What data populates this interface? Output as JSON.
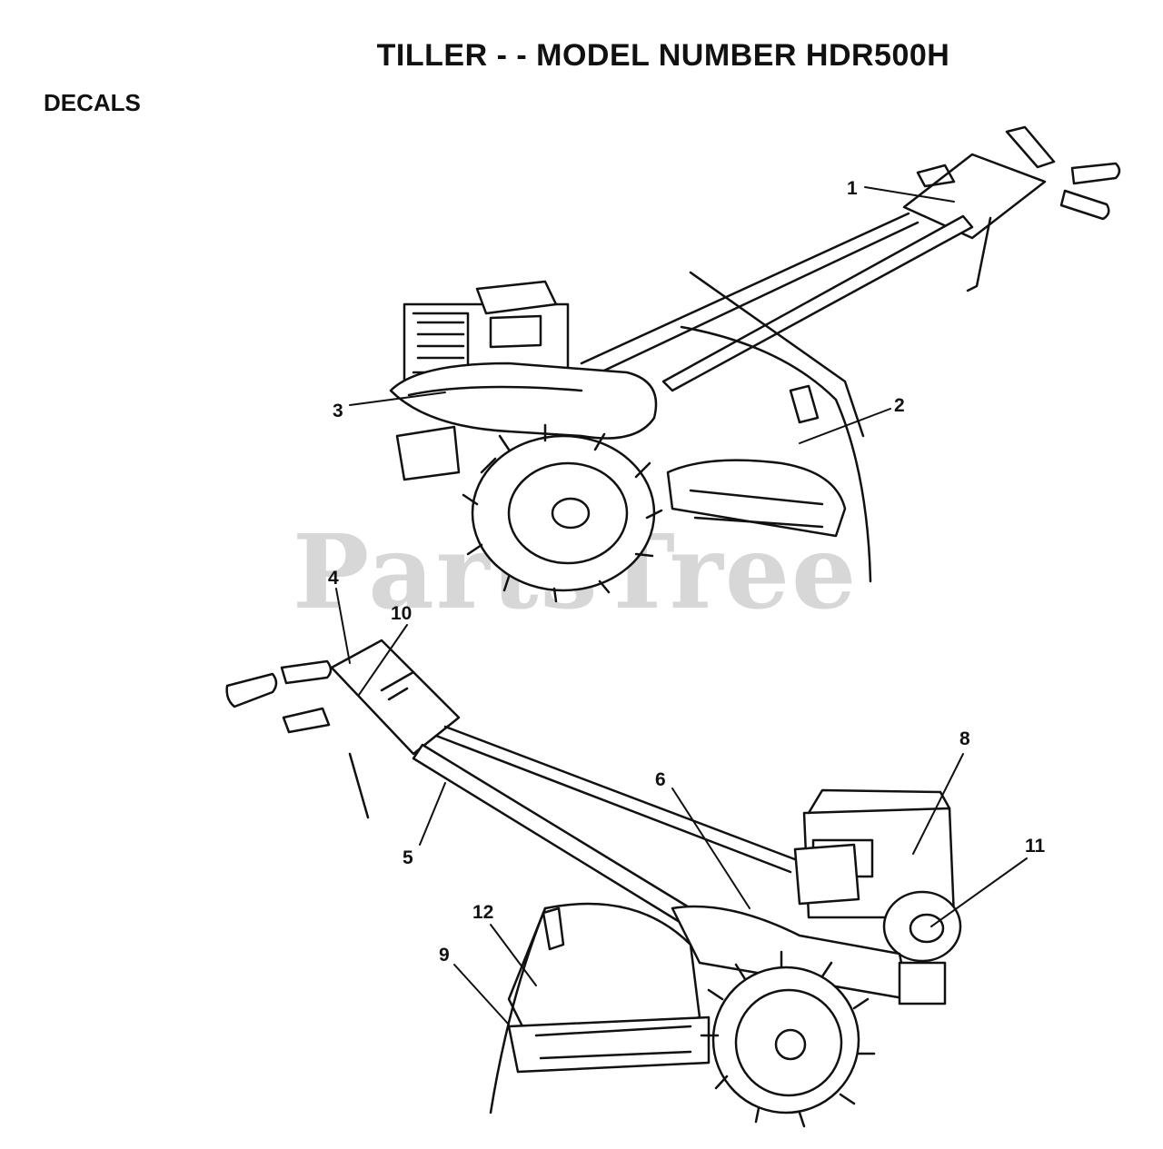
{
  "title": "TILLER - - MODEL NUMBER HDR500H",
  "section": "DECALS",
  "watermark": "PartsTree",
  "callouts": [
    "1",
    "2",
    "3",
    "4",
    "5",
    "6",
    "8",
    "9",
    "10",
    "11",
    "12"
  ]
}
